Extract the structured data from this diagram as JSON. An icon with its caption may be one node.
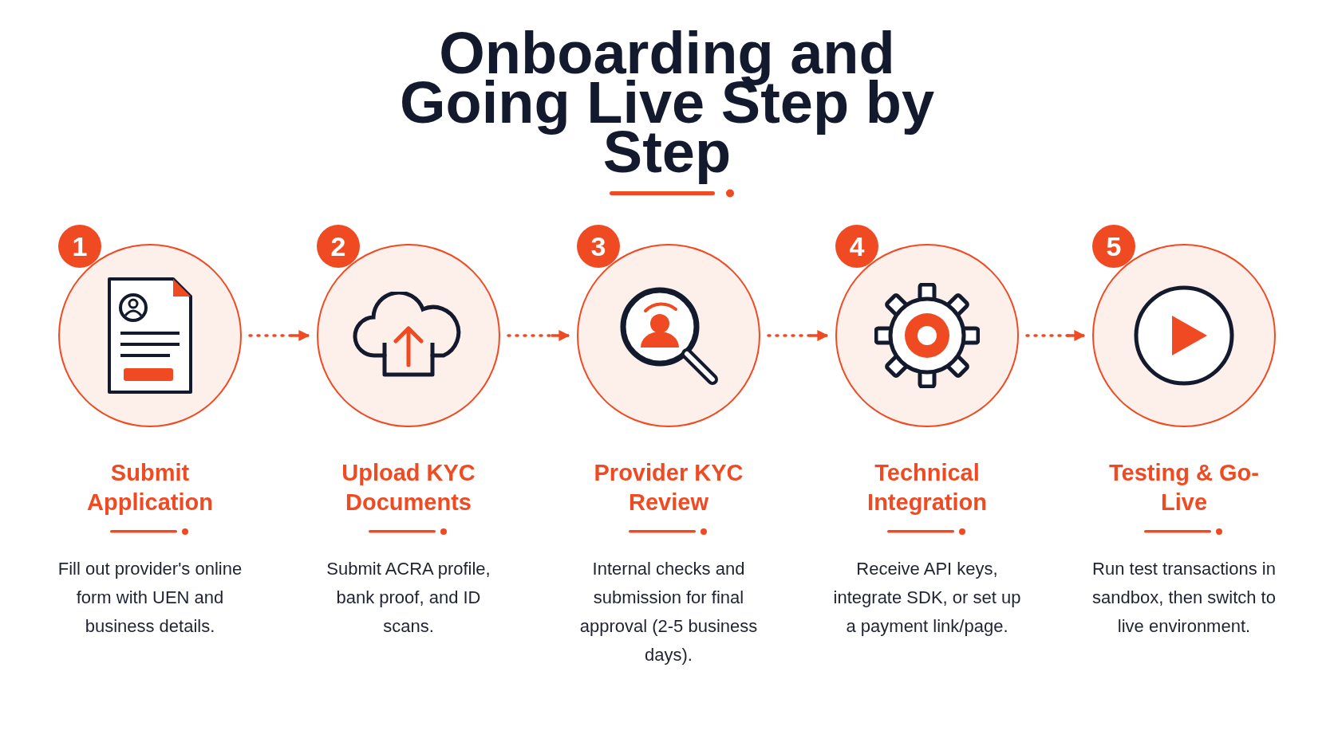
{
  "diagram": {
    "title": "Onboarding and **Going Live** Step by Step",
    "nodes": [
      {
        "text": [
          "1",
          "Submit Application"
        ],
        "beside": [
          "Fill out provider's online form with UEN and business details."
        ]
      },
      {
        "text": [
          "2",
          "Upload KYC Documents"
        ],
        "beside": [
          "Submit ACRA profile, bank proof, and ID scans."
        ]
      },
      {
        "text": [
          "3",
          "Provider KYC Review"
        ],
        "beside": [
          "Internal checks and submission for final approval (2-5 business days)."
        ]
      },
      {
        "text": [
          "4",
          "Technical Integration"
        ],
        "beside": [
          "Receive API keys, integrate SDK, or set up a payment link/page."
        ]
      },
      {
        "text": [
          "5",
          "Testing & Go-Live"
        ],
        "beside": [
          "Run test transactions in sandbox, then switch to live environment."
        ]
      }
    ],
    "edges": [
      {
        "from": 0,
        "to": 1,
        "arrow": "to",
        "style": "dashed"
      },
      {
        "from": 1,
        "to": 2,
        "arrow": "to",
        "style": "dashed"
      },
      {
        "from": 2,
        "to": 3,
        "arrow": "to",
        "style": "dashed"
      },
      {
        "from": 3,
        "to": 4,
        "arrow": "to",
        "style": "dashed"
      }
    ]
  }
}
